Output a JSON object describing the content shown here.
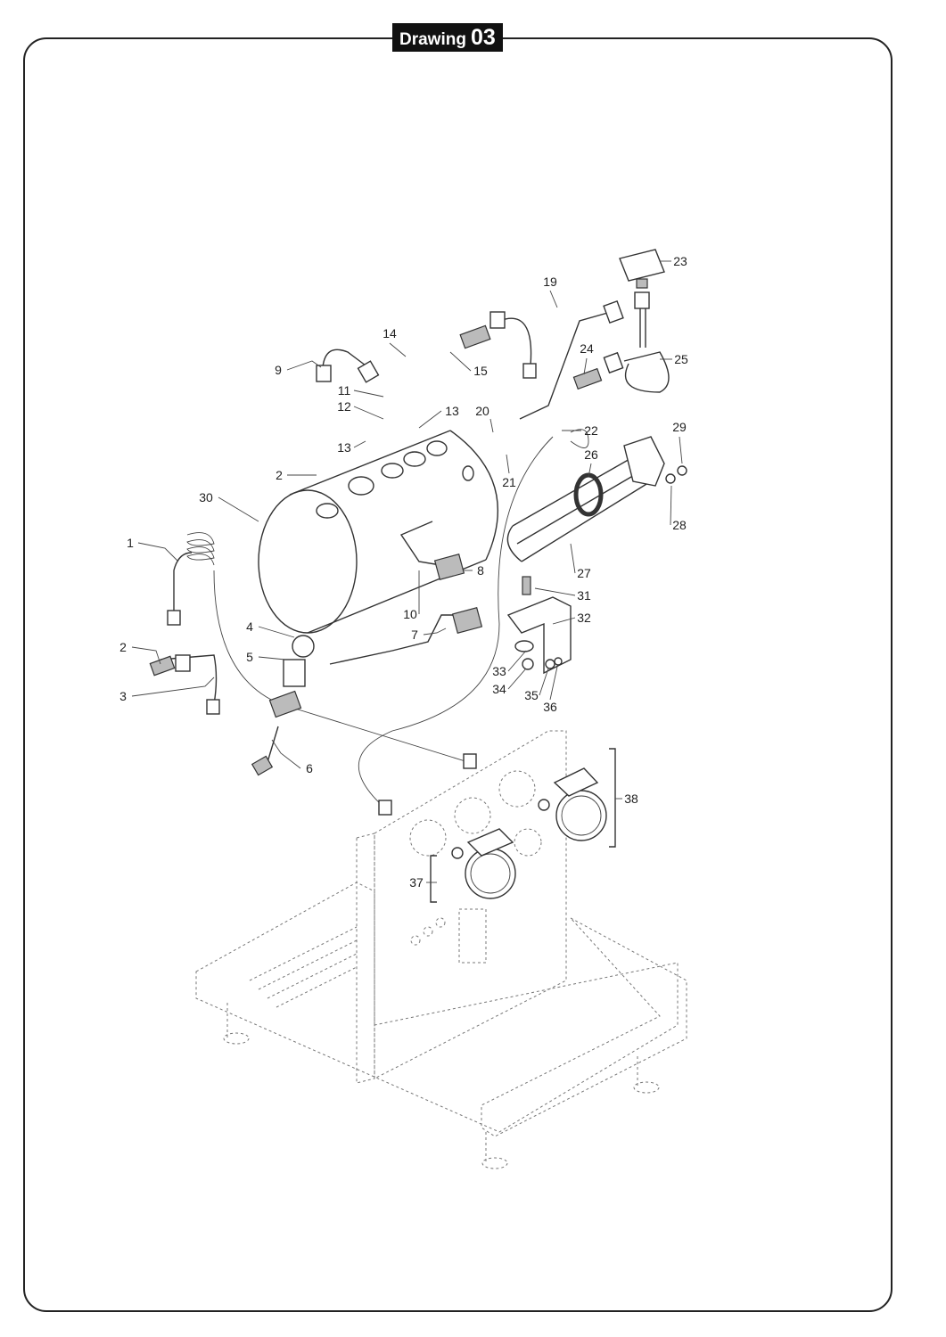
{
  "title": {
    "word": "Drawing",
    "number": "03"
  },
  "callouts": [
    "23",
    "19",
    "14",
    "24",
    "25",
    "9",
    "15",
    "11",
    "12",
    "13",
    "20",
    "22",
    "13",
    "29",
    "26",
    "21",
    "2",
    "28",
    "30",
    "1",
    "8",
    "27",
    "31",
    "10",
    "32",
    "4",
    "7",
    "2",
    "5",
    "33",
    "34",
    "35",
    "36",
    "3",
    "6",
    "38",
    "37"
  ]
}
